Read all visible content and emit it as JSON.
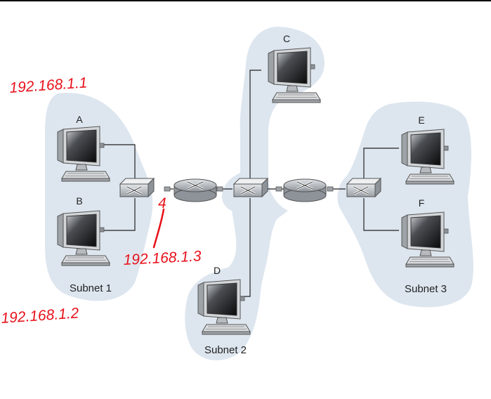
{
  "subnets": [
    {
      "label": "Subnet 1"
    },
    {
      "label": "Subnet 2"
    },
    {
      "label": "Subnet 3"
    }
  ],
  "hosts": [
    {
      "label": "A"
    },
    {
      "label": "B"
    },
    {
      "label": "C"
    },
    {
      "label": "D"
    },
    {
      "label": "E"
    },
    {
      "label": "F"
    }
  ],
  "annotations": {
    "addr_a": "192.168.1.1",
    "addr_b": "192.168.1.2",
    "addr_iface": "192.168.1.3",
    "iface_mark": "4"
  },
  "colors": {
    "subnet_fill": "#dde6ef",
    "annotation": "#e8101a"
  }
}
